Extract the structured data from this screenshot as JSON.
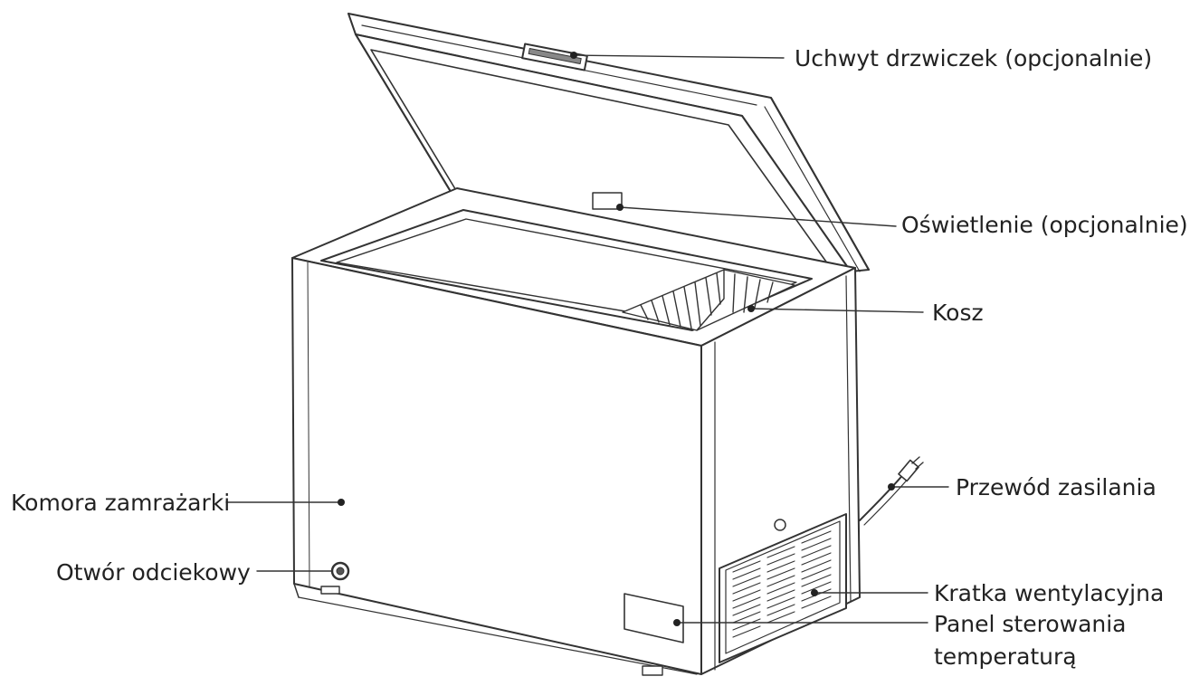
{
  "labels": {
    "door_handle": "Uchwyt drzwiczek (opcjonalnie)",
    "lighting": "Oświetlenie (opcjonalnie)",
    "basket": "Kosz",
    "freezer_compartment": "Komora zamrażarki",
    "power_cord": "Przewód zasilania",
    "drain_hole": "Otwór odciekowy",
    "vent_grille": "Kratka wentylacyjna",
    "temp_panel_line1": "Panel sterowania",
    "temp_panel_line2": "temperaturą"
  },
  "colors": {
    "line": "#333333",
    "text": "#222222",
    "background": "#ffffff"
  }
}
